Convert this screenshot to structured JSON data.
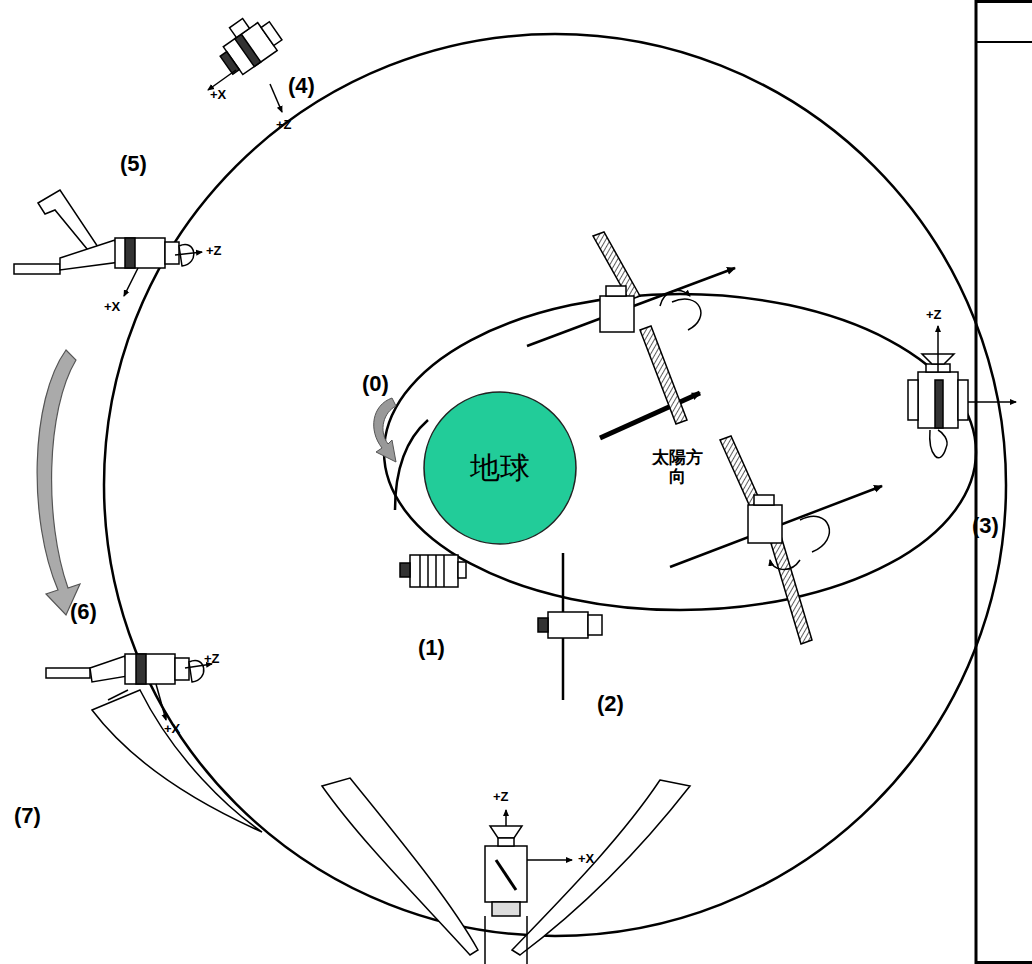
{
  "diagram": {
    "nodes": [
      {
        "text": [
          "地球"
        ]
      }
    ],
    "labels": [
      "(0)",
      "(1)",
      "(2)",
      "(3)",
      "(4)",
      "(5)",
      "(6)",
      "(7)",
      "太陽方向",
      "+X",
      "+Z",
      "+X",
      "+Z",
      "+Z",
      "+Z",
      "+X",
      "+Z",
      "+X"
    ]
  }
}
